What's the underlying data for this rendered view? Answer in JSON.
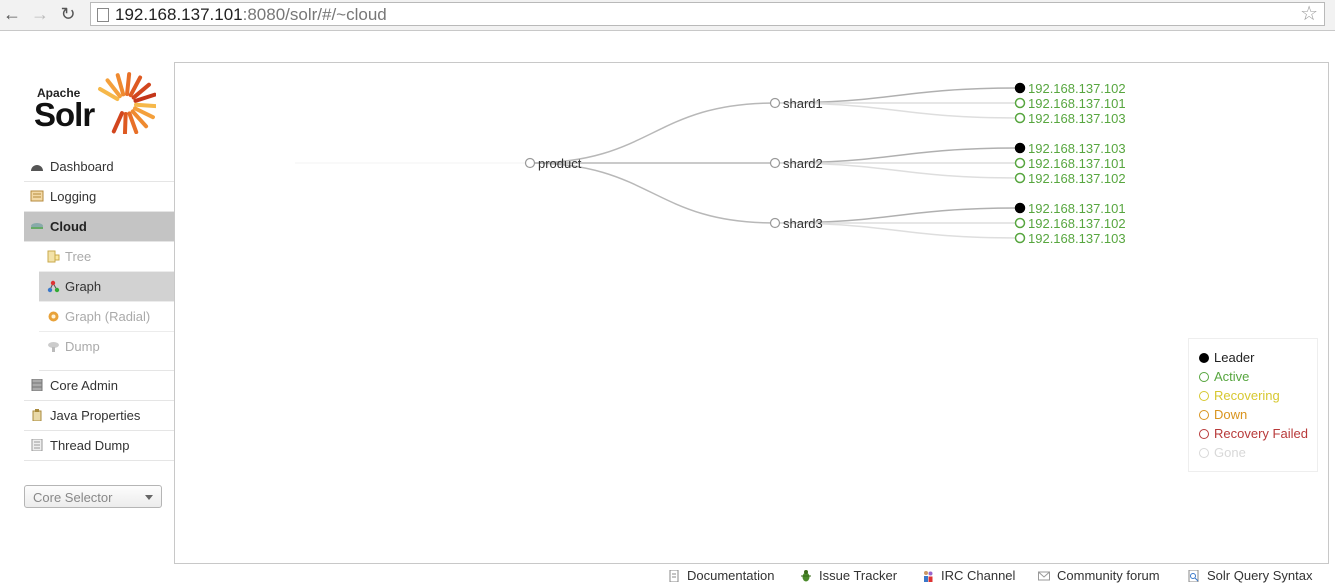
{
  "browser": {
    "url_host": "192.168.137.101",
    "url_rest": ":8080/solr/#/~cloud"
  },
  "logo": {
    "apache": "Apache",
    "solr": "Solr"
  },
  "sidebar": {
    "items": [
      {
        "label": "Dashboard",
        "icon": "dashboard-icon"
      },
      {
        "label": "Logging",
        "icon": "logging-icon"
      },
      {
        "label": "Cloud",
        "icon": "cloud-icon",
        "active": true
      }
    ],
    "cloud_sub": [
      {
        "label": "Tree",
        "icon": "tree-icon"
      },
      {
        "label": "Graph",
        "icon": "graph-icon",
        "active": true
      },
      {
        "label": "Graph (Radial)",
        "icon": "radial-icon"
      },
      {
        "label": "Dump",
        "icon": "dump-icon"
      }
    ],
    "items2": [
      {
        "label": "Core Admin",
        "icon": "core-admin-icon"
      },
      {
        "label": "Java Properties",
        "icon": "java-properties-icon"
      },
      {
        "label": "Thread Dump",
        "icon": "thread-dump-icon"
      }
    ],
    "core_selector": "Core Selector"
  },
  "graph": {
    "collection": "product",
    "shards": [
      {
        "name": "shard1",
        "replicas": [
          {
            "host": "192.168.137.102",
            "state": "leader"
          },
          {
            "host": "192.168.137.101",
            "state": "active"
          },
          {
            "host": "192.168.137.103",
            "state": "active"
          }
        ]
      },
      {
        "name": "shard2",
        "replicas": [
          {
            "host": "192.168.137.103",
            "state": "leader"
          },
          {
            "host": "192.168.137.101",
            "state": "active"
          },
          {
            "host": "192.168.137.102",
            "state": "active"
          }
        ]
      },
      {
        "name": "shard3",
        "replicas": [
          {
            "host": "192.168.137.101",
            "state": "leader"
          },
          {
            "host": "192.168.137.102",
            "state": "active"
          },
          {
            "host": "192.168.137.103",
            "state": "active"
          }
        ]
      }
    ]
  },
  "legend": [
    {
      "label": "Leader",
      "color": "#000000",
      "fill": true
    },
    {
      "label": "Active",
      "color": "#57a63f"
    },
    {
      "label": "Recovering",
      "color": "#d7c830"
    },
    {
      "label": "Down",
      "color": "#d9941e"
    },
    {
      "label": "Recovery Failed",
      "color": "#b83a3a"
    },
    {
      "label": "Gone",
      "color": "#d8d8d8"
    }
  ],
  "footer": [
    {
      "label": "Documentation",
      "icon": "document-icon"
    },
    {
      "label": "Issue Tracker",
      "icon": "bug-icon"
    },
    {
      "label": "IRC Channel",
      "icon": "people-icon"
    },
    {
      "label": "Community forum",
      "icon": "mail-icon"
    },
    {
      "label": "Solr Query Syntax",
      "icon": "query-syntax-icon"
    }
  ]
}
